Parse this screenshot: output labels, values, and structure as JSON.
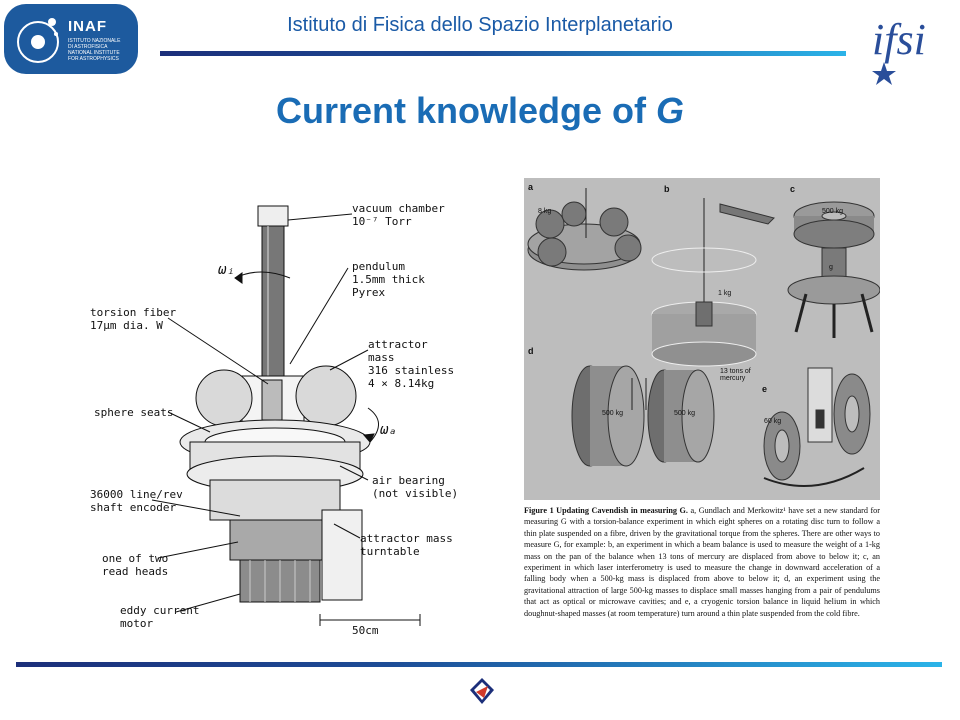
{
  "header": {
    "inaf_logo": {
      "name": "INAF",
      "subtitle": "ISTITUTO NAZIONALE\nDI ASTROFISICA\nNATIONAL INSTITUTE\nFOR ASTROPHYSICS"
    },
    "institute": "Istituto di Fisica dello Spazio Interplanetario",
    "ifsi_logo": "ifsi"
  },
  "slide": {
    "title_prefix": "Current knowledge of ",
    "title_symbol": "G"
  },
  "left_figure": {
    "labels": {
      "vacuum_chamber": "vacuum chamber\n10⁻⁷ Torr",
      "pendulum": "pendulum\n1.5mm thick\nPyrex",
      "torsion_fiber": "torsion fiber\n17μm dia. W",
      "attractor_mass": "attractor\nmass\n316 stainless\n4 × 8.14kg",
      "sphere_seats": "sphere seats",
      "omega_i": "ωᵢ",
      "omega_a": "ωₐ",
      "air_bearing": "air bearing\n(not visible)",
      "shaft_encoder": "36000 line/rev\nshaft encoder",
      "attractor_turntable": "attractor mass\nturntable",
      "read_heads": "one of two\nread heads",
      "eddy_motor": "eddy current\nmotor",
      "scale": "50cm"
    }
  },
  "right_figure": {
    "panel_labels": [
      "a",
      "b",
      "c",
      "d",
      "e"
    ],
    "mass_labels": {
      "a_mass": "8 kg",
      "b_mass": "1 kg",
      "c_mass": "500 kg",
      "c_small": "g",
      "d_left": "500 kg",
      "d_right": "500 kg",
      "mercury": "13 tons of\nmercury",
      "e_mass": "60 kg"
    }
  },
  "caption": {
    "bold": "Figure 1 Updating Cavendish in measuring G.",
    "text": " a, Gundlach and Merkowitz¹ have set a new standard for measuring G with a torsion-balance experiment in which eight spheres on a rotating disc turn to follow a thin plate suspended on a fibre, driven by the gravitational torque from the spheres. There are other ways to measure G, for example: b, an experiment in which a beam balance is used to measure the weight of a 1-kg mass on the pan of the balance when 13 tons of mercury are displaced from above to below it; c, an experiment in which laser interferometry is used to measure the change in downward acceleration of a falling body when a 500-kg mass is displaced from above to below it; d, an experiment using the gravitational attraction of large 500-kg masses to displace small masses hanging from a pair of pendulums that act as optical or microwave cavities; and e, a cryogenic torsion balance in liquid helium in which doughnut-shaped masses (at room temperature) turn around a thin plate suspended from the cold fibre."
  },
  "colors": {
    "title_blue": "#1a6cb5",
    "institute_blue": "#1a5aa6",
    "inaf_blue": "#1d5a9e",
    "rule_dark": "#1c2f7a",
    "rule_light": "#2bb3e8"
  }
}
